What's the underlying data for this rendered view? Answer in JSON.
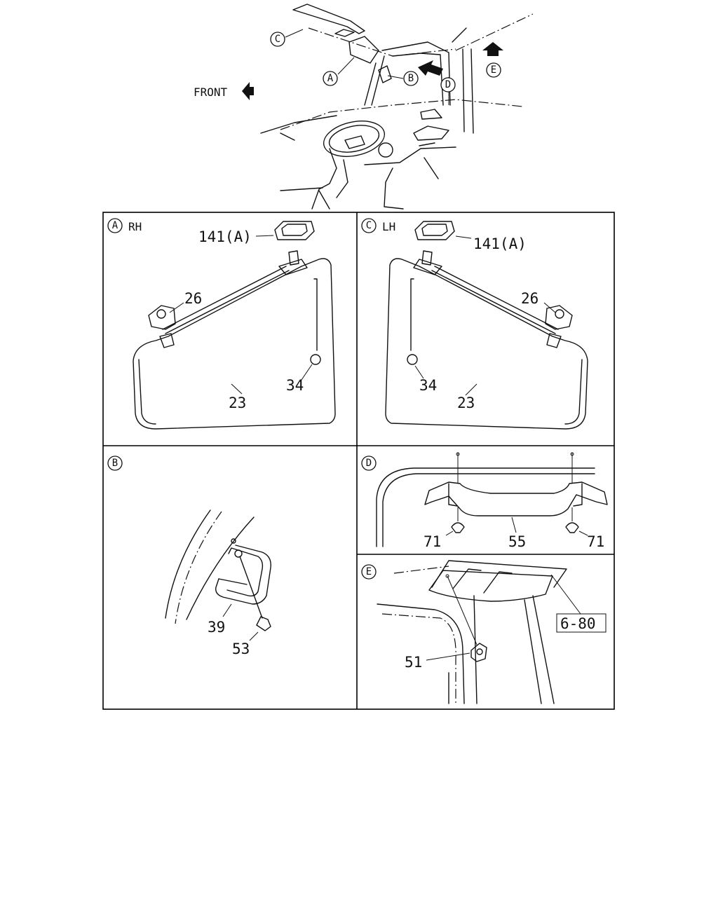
{
  "overview": {
    "front_label": "FRONT",
    "callouts": [
      "C",
      "A",
      "B",
      "D",
      "E"
    ]
  },
  "panels": {
    "A": {
      "letter": "A",
      "title": "RH",
      "labels": {
        "cover": "141(A)",
        "holder": "26",
        "screw": "34",
        "visor": "23"
      }
    },
    "C": {
      "letter": "C",
      "title": "LH",
      "labels": {
        "cover": "141(A)",
        "holder": "26",
        "screw": "34",
        "visor": "23"
      }
    },
    "B": {
      "letter": "B",
      "labels": {
        "handle": "39",
        "screw": "53"
      }
    },
    "D": {
      "letter": "D",
      "labels": {
        "screw_left": "71",
        "grip": "55",
        "screw_right": "71"
      }
    },
    "E": {
      "letter": "E",
      "labels": {
        "clip": "51",
        "ref": "6-80"
      }
    }
  }
}
